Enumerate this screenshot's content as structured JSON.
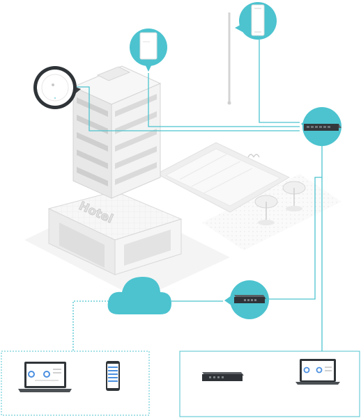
{
  "building": {
    "sign": "Hotel"
  },
  "devices": {
    "ceiling_ap": "ceiling-access-point",
    "wall_ap": "wall-plate-access-point",
    "outdoor_ap": "outdoor-access-point",
    "poe_switch": "poe-switch",
    "gateway": "router-gateway",
    "cloud": "cloud-controller",
    "remote_laptop": "laptop-dashboard",
    "remote_phone": "phone-app",
    "local_controller": "hardware-controller",
    "local_laptop": "local-laptop-dashboard"
  },
  "colors": {
    "accent": "#4cc3cf",
    "line": "#4cc3cf",
    "building": "#f2f2f2",
    "building_shadow": "#dcdcdc",
    "window": "#c9c9c9",
    "device_dark": "#3a3d40"
  }
}
